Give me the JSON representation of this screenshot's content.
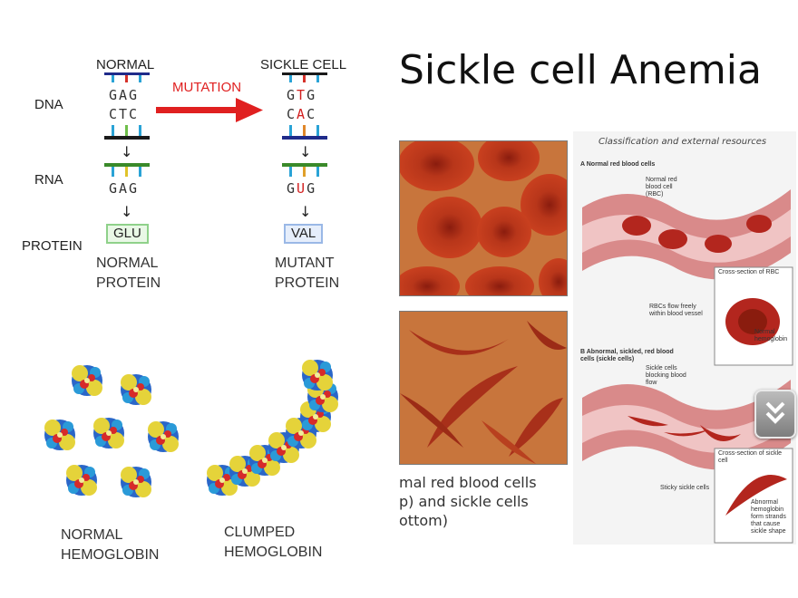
{
  "slide": {
    "title": "Sickle cell Anemia"
  },
  "mutation_diagram": {
    "normal_header": "NORMAL",
    "sickle_header": "SICKLE CELL",
    "mutation_label": "MUTATION",
    "row_labels": {
      "dna": "DNA",
      "rna": "RNA",
      "protein": "PROTEIN"
    },
    "normal": {
      "dna_top": "GAG",
      "dna_bottom": "CTC",
      "rna": "GAG",
      "amino_acid": "GLU",
      "caption_1": "NORMAL",
      "caption_2": "PROTEIN"
    },
    "sickle": {
      "dna_top_1": "G",
      "dna_top_2": "T",
      "dna_top_3": "G",
      "dna_bottom_1": "C",
      "dna_bottom_2": "A",
      "dna_bottom_3": "C",
      "rna_1": "G",
      "rna_2": "U",
      "rna_3": "G",
      "amino_acid": "VAL",
      "caption_1": "MUTANT",
      "caption_2": "PROTEIN"
    },
    "arrow_down": "↓"
  },
  "hemoglobin": {
    "normal_1": "NORMAL",
    "normal_2": "HEMOGLOBIN",
    "clumped_1": "CLUMPED",
    "clumped_2": "HEMOGLOBIN"
  },
  "micrograph": {
    "caption_1": "mal red blood cells",
    "caption_2": "p) and sickle cells",
    "caption_3": "ottom)"
  },
  "vessel_diagram": {
    "header": "Classification and external resources",
    "label_a": "Normal red blood cells",
    "label_a_badge": "A",
    "label_b": "Abnormal, sickled, red blood cells (sickle cells)",
    "label_b_badge": "B",
    "normal_rbc": "Normal red blood cell (RBC)",
    "flow_freely": "RBCs flow freely within blood vessel",
    "cross_rbc": "Cross-section of RBC",
    "normal_hgb": "Normal hemoglobin",
    "sickle_blocking": "Sickle cells blocking blood flow",
    "sticky": "Sticky sickle cells",
    "cross_sickle": "Cross-section of sickle cell",
    "abnormal_hgb": "Abnormal hemoglobin form strands that cause sickle shape"
  },
  "nav": {
    "icon": "double-chevron-down-icon"
  },
  "colors": {
    "mutation_arrow": "#e02020",
    "blood_red": "#b3261e",
    "vessel": "#d98a8a",
    "normal_bar": "#1a1a1a",
    "sickle_bar": "#1f2b8a"
  }
}
